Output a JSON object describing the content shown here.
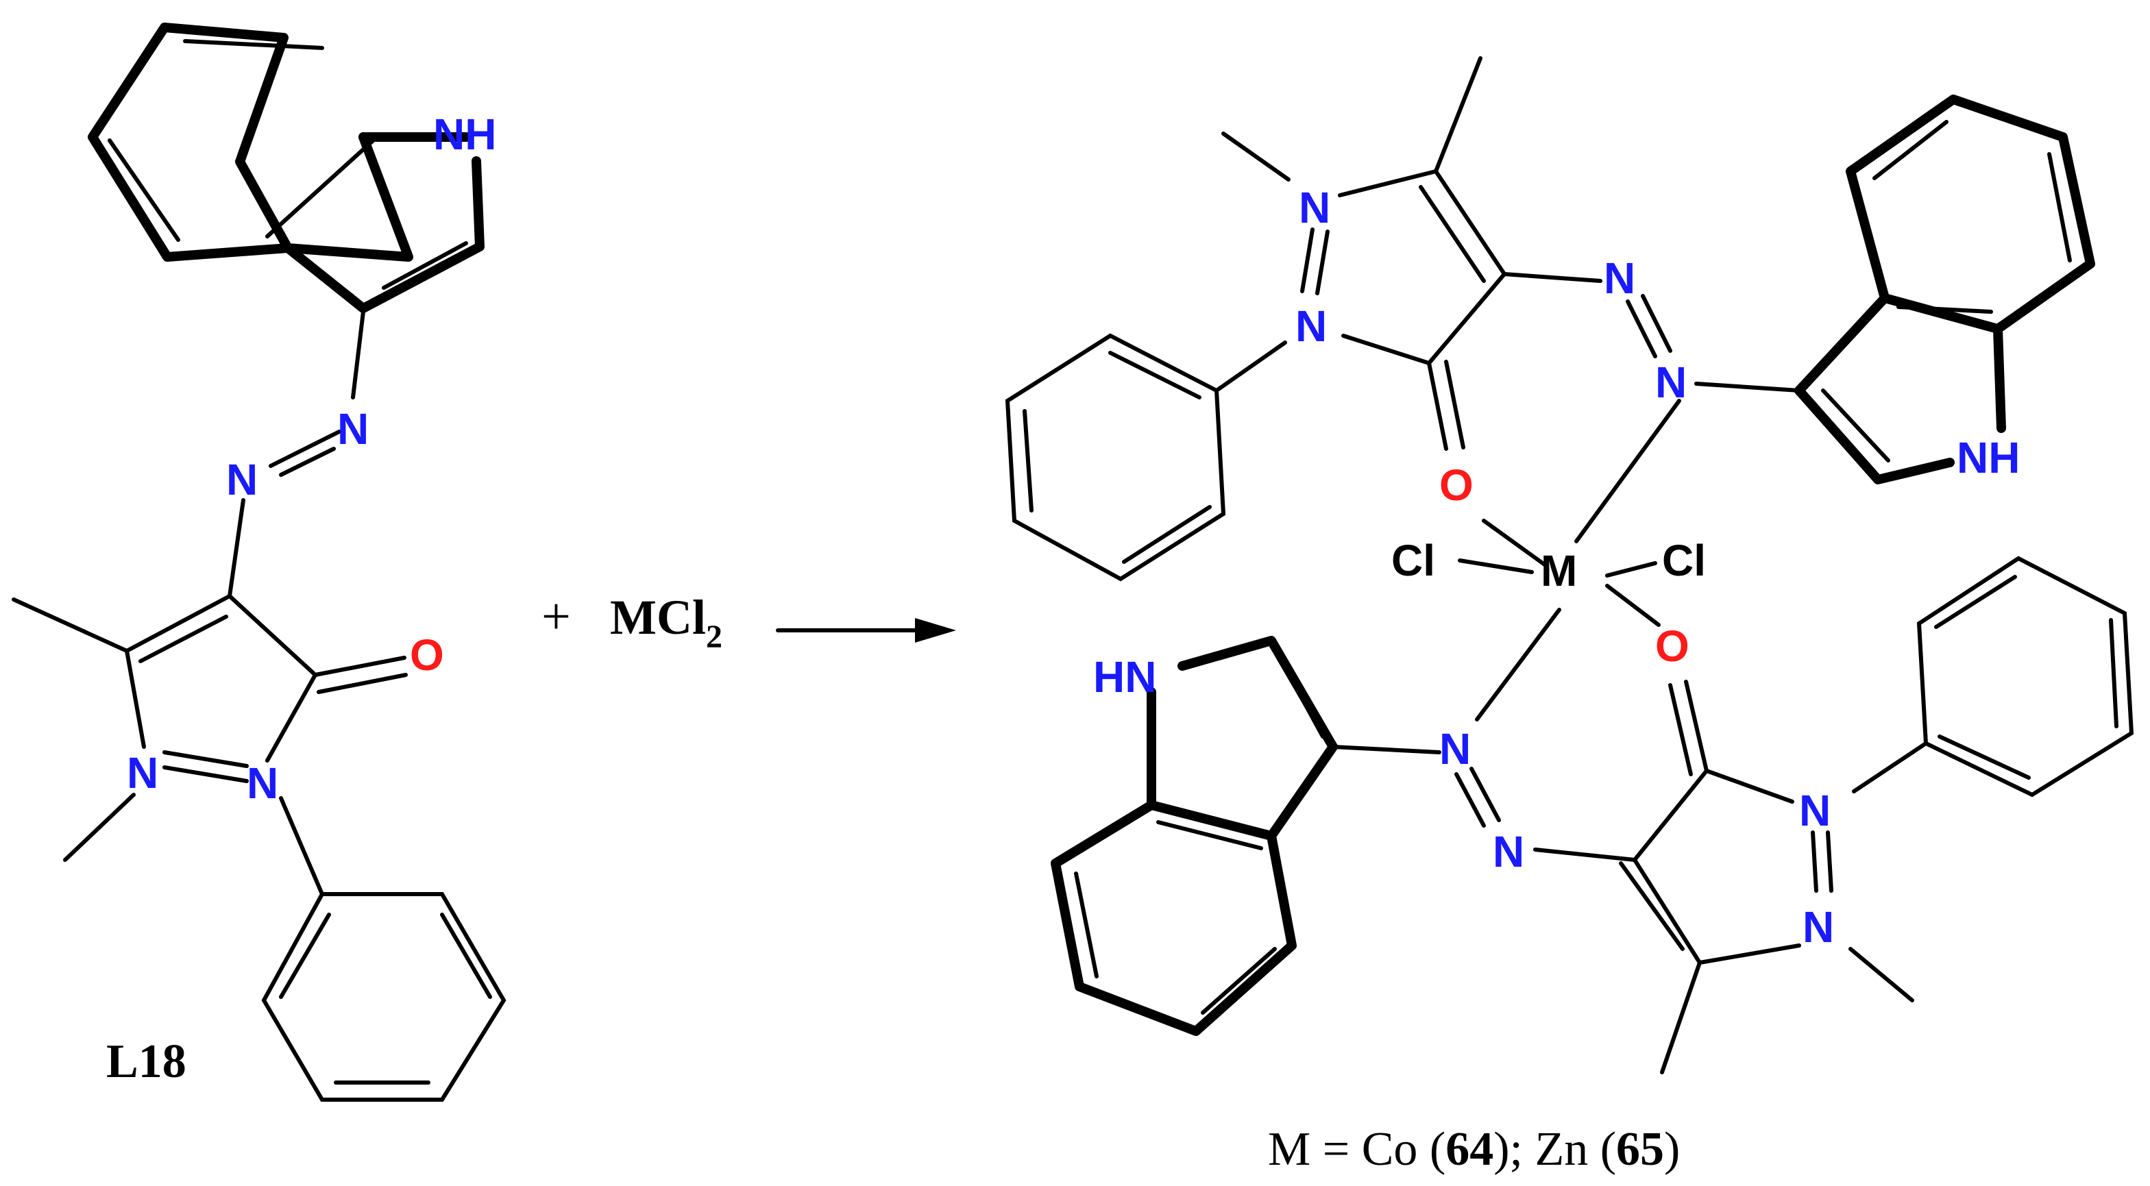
{
  "colors": {
    "nitrogen": "#1a1aff",
    "oxygen": "#ff1a1a",
    "carbon": "#000000"
  },
  "ligand": {
    "label": "L18",
    "atoms": {
      "NH": "NH",
      "N": "N",
      "O": "O"
    }
  },
  "reagent": {
    "plus": "+",
    "prefix": "MCl",
    "subscript": "2"
  },
  "complex": {
    "atoms": {
      "NH": "NH",
      "HN": "HN",
      "N": "N",
      "O": "O",
      "M": "M",
      "Cl": "Cl"
    },
    "caption": {
      "prefix": "M = Co (",
      "first_compound": "64",
      "middle": "); Zn (",
      "second_compound": "65",
      "suffix": ")"
    }
  }
}
